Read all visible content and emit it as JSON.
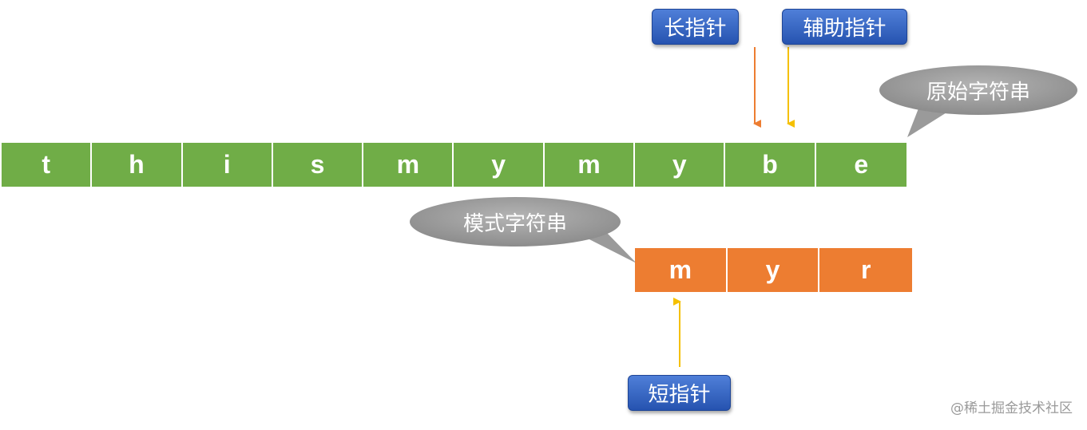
{
  "text_string": {
    "label": "原始字符串",
    "chars": [
      "t",
      "h",
      "i",
      "s",
      "m",
      "y",
      "m",
      "y",
      "b",
      "e"
    ]
  },
  "pattern_string": {
    "label": "模式字符串",
    "chars": [
      "m",
      "y",
      "r"
    ]
  },
  "pointers": {
    "long": "长指针",
    "auxiliary": "辅助指针",
    "short": "短指针"
  },
  "colors": {
    "text_cells": "#70ad47",
    "pattern_cells": "#ed7d31",
    "pointer_labels": "#2f5fc4",
    "bubbles": "#a6a6a6",
    "long_arrow": "#ed7d31",
    "aux_arrow": "#f5c000",
    "short_arrow": "#f5c000"
  },
  "watermark": "@稀土掘金技术社区"
}
